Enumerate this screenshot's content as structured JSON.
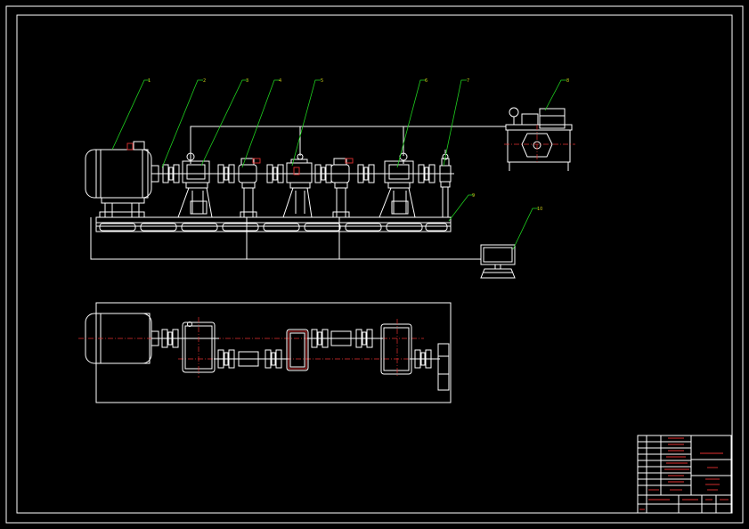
{
  "balloons": [
    "1",
    "2",
    "3",
    "4",
    "5",
    "6",
    "7",
    "8",
    "9",
    "10"
  ],
  "title_block": {
    "cells": [
      "",
      "",
      "",
      "",
      "",
      "",
      "",
      "",
      "",
      "",
      ""
    ]
  },
  "colors": {
    "background": "#000000",
    "outline": "#ffffff",
    "leader": "#1fd21f",
    "centerline": "#e23030",
    "balloon_text": "#c8c818"
  }
}
